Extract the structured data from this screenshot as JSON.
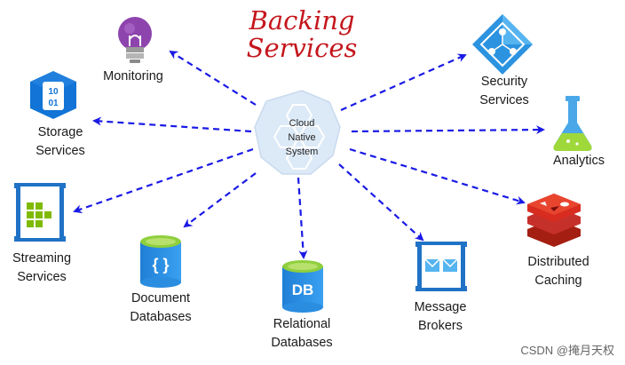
{
  "title": {
    "line1": "Backing",
    "line2": "Services"
  },
  "center": {
    "line1": "Cloud",
    "line2": "Native",
    "line3": "System"
  },
  "nodes": {
    "monitoring": {
      "line1": "Monitoring",
      "icon": "lightbulb-icon"
    },
    "storage": {
      "line1": "Storage",
      "line2": "Services",
      "icon": "storage-hexagon-icon",
      "glyph1": "10",
      "glyph2": "01"
    },
    "streaming": {
      "line1": "Streaming",
      "line2": "Services",
      "icon": "stream-icon"
    },
    "document": {
      "line1": "Document",
      "line2": "Databases",
      "icon": "document-db-icon",
      "glyph": "{ }"
    },
    "relational": {
      "line1": "Relational",
      "line2": "Databases",
      "icon": "relational-db-icon",
      "glyph": "DB"
    },
    "message": {
      "line1": "Message",
      "line2": "Brokers",
      "icon": "envelope-icon"
    },
    "caching": {
      "line1": "Distributed",
      "line2": "Caching",
      "icon": "redis-stack-icon"
    },
    "analytics": {
      "line1": "Analytics",
      "icon": "flask-icon"
    },
    "security": {
      "line1": "Security",
      "line2": "Services",
      "icon": "security-diamond-icon"
    }
  },
  "watermark": "CSDN @掩月天权",
  "colors": {
    "arrow": "#1a1ae6",
    "title": "#c4161c",
    "azure": "#0078d4",
    "redis": "#c6302b"
  }
}
